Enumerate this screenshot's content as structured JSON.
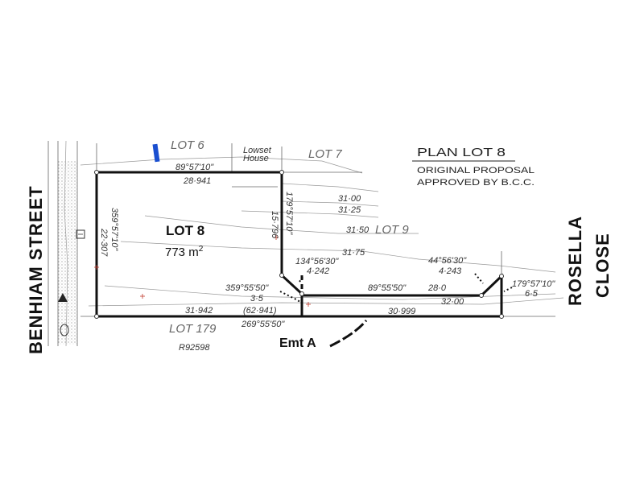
{
  "plan": {
    "title": "PLAN LOT 8",
    "subtitle_line1": "ORIGINAL PROPOSAL",
    "subtitle_line2": "APPROVED BY B.C.C."
  },
  "lots": {
    "main_label": "LOT 8",
    "main_area": "773 m",
    "main_area_sup": "2",
    "lot6": "LOT 6",
    "lot7": "LOT 7",
    "lot9": "LOT 9",
    "lot179": "LOT 179",
    "lot179_ref": "R92598",
    "lowset_line1": "Lowset",
    "lowset_line2": "House"
  },
  "streets": {
    "west": "BENHIAM STREET",
    "east_line1": "ROSELLA",
    "east_line2": "CLOSE"
  },
  "easement": "Emt A",
  "dimensions": {
    "top_bearing": "89°57'10\"",
    "top_length": "28·941",
    "west_bearing": "359°57'10\"",
    "west_length": "22·307",
    "mid_bearing": "179°57'10\"",
    "mid_length": "15·796",
    "angle1_bearing": "134°56'30\"",
    "angle1_length": "4·242",
    "short_bearing": "359°55'50\"",
    "short_length": "3·5",
    "south_left_length": "31·942",
    "south_total": "(62·941)",
    "south_bearing": "269°55'50\"",
    "south_right_length": "30·999",
    "handle_bearing": "89°55'50\"",
    "handle_length": "28·0",
    "angle2_bearing": "44°56'30\"",
    "angle2_length": "4·243",
    "east_bearing": "179°57'10\"",
    "east_length": "6·5"
  },
  "contours": [
    "31·00",
    "31·25",
    "31·50",
    "31·75",
    "32·00"
  ],
  "colors": {
    "boundary": "#111111",
    "faint_text": "#666666",
    "marker": "#1a4fd0",
    "survey_mark": "#c0392b"
  }
}
